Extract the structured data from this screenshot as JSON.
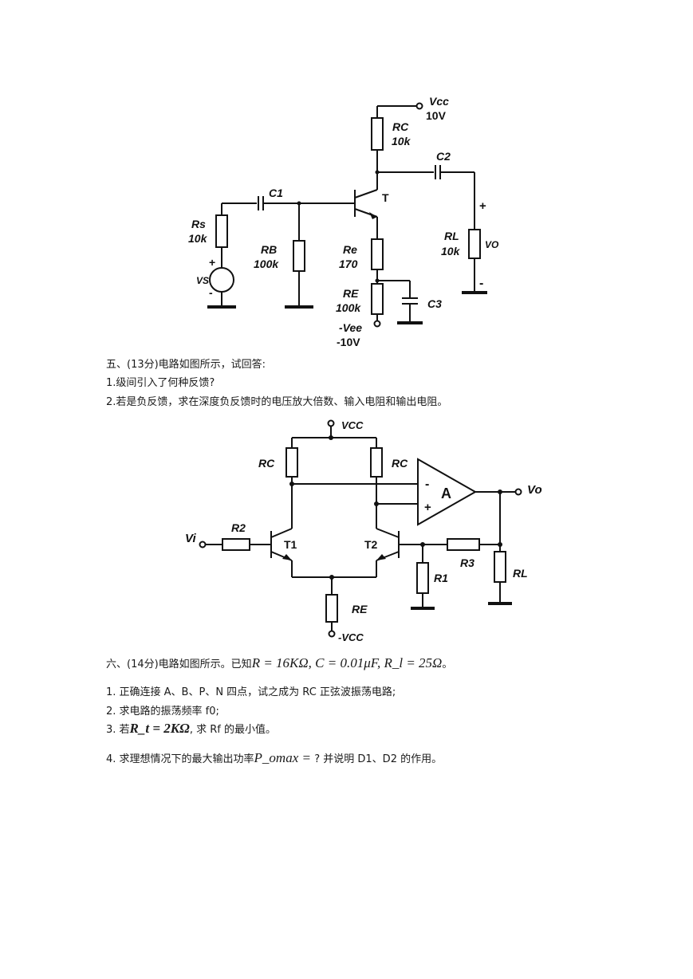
{
  "circuit1": {
    "vcc_label": "Vcc",
    "vcc_value": "10V",
    "rc_label": "RC",
    "rc_value": "10k",
    "c2_label": "C2",
    "c1_label": "C1",
    "t_label": "T",
    "rs_label": "Rs",
    "rs_value": "10k",
    "vs_label": "VS",
    "rb_label": "RB",
    "rb_value": "100k",
    "re_label": "Re",
    "re_value": "170",
    "rE_label": "RE",
    "rE_value": "100k",
    "c3_label": "C3",
    "vee_label": "-Vee",
    "vee_value": "-10V",
    "rl_label": "RL",
    "rl_value": "10k",
    "vo_label": "VO",
    "plus": "+",
    "minus": "-"
  },
  "q5": {
    "title": "五、(13分)电路如图所示，试回答:",
    "item1": "1.级间引入了何种反馈?",
    "item2": "2.若是负反馈，求在深度负反馈时的电压放大倍数、输入电阻和输出电阻。"
  },
  "circuit2": {
    "vcc_label": "VCC",
    "rc_left": "RC",
    "rc_right": "RC",
    "amp_label": "A",
    "amp_minus": "-",
    "amp_plus": "+",
    "vo_label": "Vo",
    "vi_label": "Vi",
    "r2_label": "R2",
    "t1_label": "T1",
    "t2_label": "T2",
    "r3_label": "R3",
    "r1_label": "R1",
    "rl_label": "RL",
    "re_label": "RE",
    "vee_label": "-VCC"
  },
  "q6": {
    "title_prefix": "六、(14分)电路如图所示。已知",
    "title_formula": "R = 16KΩ, C = 0.01μF, R_l = 25Ω",
    "title_suffix": "。",
    "item1": "1. 正确连接 A、B、P、N 四点，试之成为 RC 正弦波振荡电路;",
    "item2": "2. 求电路的振荡频率 f0;",
    "item3_prefix": "3. 若",
    "item3_formula": "R_t = 2KΩ",
    "item3_suffix": ", 求 Rf 的最小值。",
    "item4_prefix": "4. 求理想情况下的最大输出功率",
    "item4_formula": "P_omax = ",
    "item4_suffix": "? 并说明 D1、D2 的作用。"
  }
}
